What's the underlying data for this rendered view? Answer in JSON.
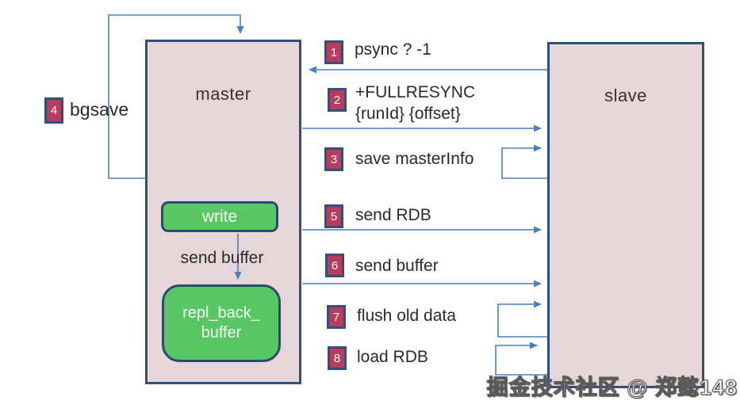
{
  "colors": {
    "box-fill": "#e7d6d9",
    "box-border": "#30507c",
    "green-fill": "#58c763",
    "green-border": "#2b4a6d",
    "badge-fill": "#b93b5e",
    "badge-border": "#33507b",
    "arrow": "#4a80bb",
    "text": "#2a2a2a"
  },
  "diagram": {
    "master_label": "master",
    "slave_label": "slave",
    "write_label": "write",
    "repl_line1": "repl_back_",
    "repl_line2": "buffer",
    "inner_arrow_label": "send buffer",
    "bgsave": {
      "num": "4",
      "label": "bgsave"
    },
    "steps": {
      "s1": {
        "num": "1",
        "label": "psync ? -1"
      },
      "s2": {
        "num": "2",
        "line1": "+FULLRESYNC",
        "line2": "{runId} {offset}"
      },
      "s3": {
        "num": "3",
        "label": "save masterInfo"
      },
      "s5": {
        "num": "5",
        "label": "send RDB"
      },
      "s6": {
        "num": "6",
        "label": "send buffer"
      },
      "s7": {
        "num": "7",
        "label": "flush old data"
      },
      "s8": {
        "num": "8",
        "label": "load RDB"
      }
    },
    "watermark": "掘金技术社区 @ 郑懿148"
  }
}
